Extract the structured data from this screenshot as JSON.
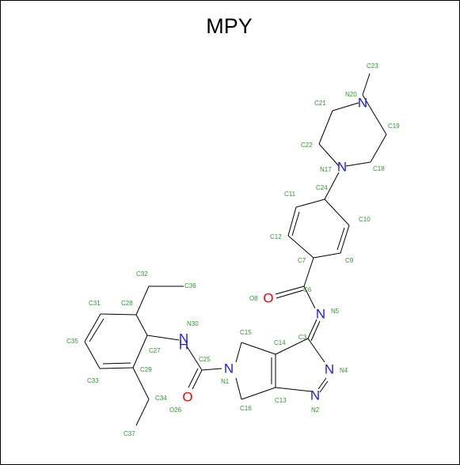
{
  "title": "MPY",
  "colors": {
    "carbon_label": "#2a9a2a",
    "nitrogen": "#1a1aff",
    "oxygen": "#ff0000",
    "bond": "#000000"
  },
  "atom_labels": {
    "C23": "C23",
    "N20": "N20",
    "C21": "C21",
    "C19": "C19",
    "C22": "C22",
    "N17": "N17",
    "C18": "C18",
    "C24": "C24",
    "C11": "C11",
    "C10": "C10",
    "C12": "C12",
    "C9": "C9",
    "C7": "C7",
    "C6": "C6",
    "O8": "O8",
    "N5": "N5",
    "C3": "C3",
    "C32": "C32",
    "C36": "C36",
    "C28": "C28",
    "C31": "C31",
    "N30": "N30",
    "C15": "C15",
    "C14": "C14",
    "C35": "C35",
    "C27": "C27",
    "C25": "C25",
    "N4": "N4",
    "C29": "C29",
    "N1": "N1",
    "C33": "C33",
    "C34": "C34",
    "C16": "C16",
    "C13": "C13",
    "N2": "N2",
    "O26": "O26",
    "C37": "C37"
  },
  "heteroatoms": {
    "N": "N",
    "H": "H",
    "O": "O"
  }
}
